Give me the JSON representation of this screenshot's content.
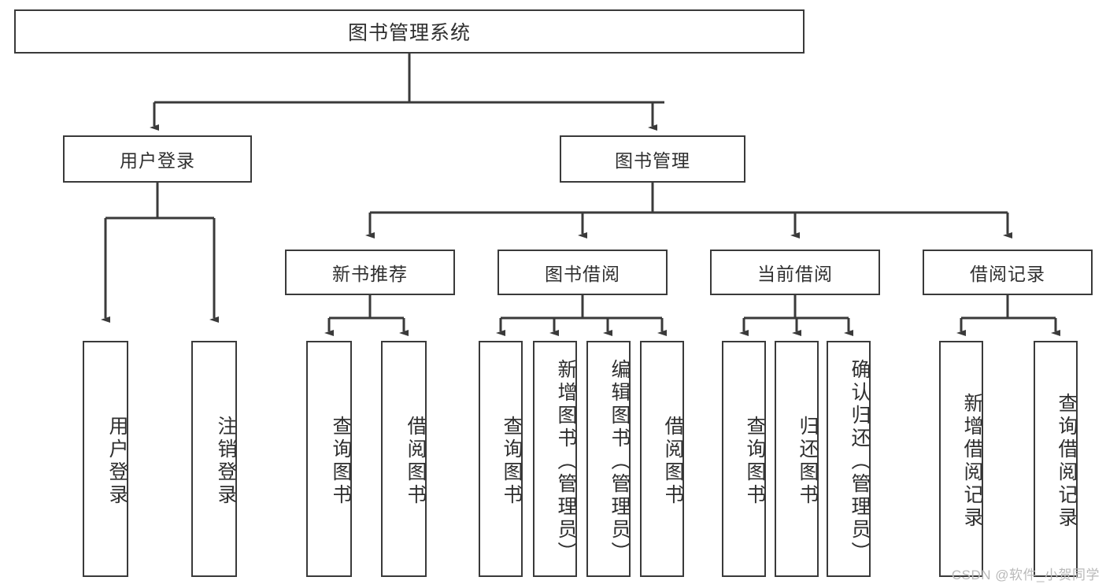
{
  "diagram": {
    "type": "tree",
    "title": "图书管理系统",
    "watermark": "CSDN @软件_小贺同学",
    "colors": {
      "stroke": "#3a3a3a",
      "text": "#2f2f2f",
      "background": "#ffffff",
      "watermark": "#b9b9b9"
    },
    "nodes": {
      "root": {
        "label": "图书管理系统"
      },
      "level2": [
        {
          "id": "user-login",
          "label": "用户登录"
        },
        {
          "id": "book-manage",
          "label": "图书管理"
        }
      ],
      "level3": [
        {
          "id": "new-book-recommend",
          "label": "新书推荐"
        },
        {
          "id": "book-borrow",
          "label": "图书借阅"
        },
        {
          "id": "current-borrow",
          "label": "当前借阅"
        },
        {
          "id": "borrow-record",
          "label": "借阅记录"
        }
      ],
      "leaves": {
        "user-login": [
          {
            "id": "leaf-user-login",
            "label": "用户登录"
          },
          {
            "id": "leaf-logout",
            "label": "注销登录"
          }
        ],
        "new-book-recommend": [
          {
            "id": "leaf-query-book-1",
            "label": "查询图书"
          },
          {
            "id": "leaf-borrow-book-1",
            "label": "借阅图书"
          }
        ],
        "book-borrow": [
          {
            "id": "leaf-query-book-2",
            "label": "查询图书"
          },
          {
            "id": "leaf-add-book",
            "label": "新增图书（管理员）"
          },
          {
            "id": "leaf-edit-book",
            "label": "编辑图书（管理员）"
          },
          {
            "id": "leaf-borrow-book-2",
            "label": "借阅图书"
          }
        ],
        "current-borrow": [
          {
            "id": "leaf-query-book-3",
            "label": "查询图书"
          },
          {
            "id": "leaf-return-book",
            "label": "归还图书"
          },
          {
            "id": "leaf-confirm-return",
            "label": "确认归还（管理员）"
          }
        ],
        "borrow-record": [
          {
            "id": "leaf-add-record",
            "label": "新增借阅记录"
          },
          {
            "id": "leaf-query-record",
            "label": "查询借阅记录"
          }
        ]
      }
    }
  }
}
